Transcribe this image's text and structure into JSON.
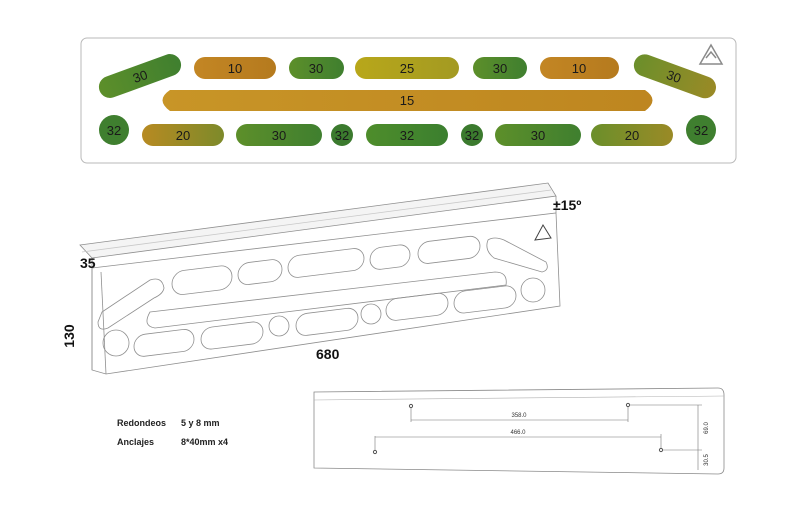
{
  "board_plan": {
    "holds_top_row": [
      "30",
      "10",
      "30",
      "25",
      "30",
      "10",
      "30"
    ],
    "hold_middle": "15",
    "holds_bottom_row": [
      "32",
      "20",
      "30",
      "32",
      "32",
      "32",
      "30",
      "20",
      "32"
    ]
  },
  "dimensions_3d": {
    "depth": "35",
    "height": "130",
    "length": "680",
    "angle": "±15º"
  },
  "specs": {
    "rounding_label": "Redondeos",
    "rounding_value": "5 y 8 mm",
    "anchors_label": "Anclajes",
    "anchors_value": "8*40mm x4"
  },
  "back_view": {
    "dim_upper": "358.0",
    "dim_lower": "466.0",
    "dim_vertical_1": "69.0",
    "dim_vertical_2": "30.5"
  },
  "colors": {
    "yellow": "#b9a81c",
    "orange": "#c38624",
    "green": "#4f8e2c",
    "dark_green": "#3e7e2e"
  },
  "icons": [
    "brand-logo-icon"
  ]
}
